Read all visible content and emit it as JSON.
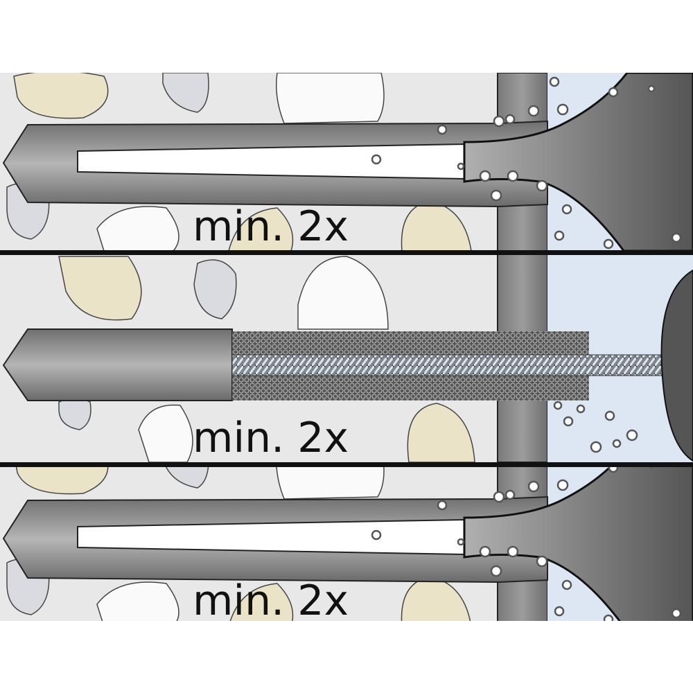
{
  "panels": [
    {
      "step": "blow-out",
      "label": "min. 2x"
    },
    {
      "step": "brush-out",
      "label": "min. 2x"
    },
    {
      "step": "blow-out",
      "label": "min. 2x"
    }
  ],
  "colors": {
    "substrate": "#e8e8e8",
    "aggregate_beige": "#ebe3c8",
    "aggregate_gray": "#d9dbe0",
    "plaster": "#8a8a8a",
    "air": "#dde7f3",
    "tool": "#8c8c8c",
    "divider": "#111111"
  }
}
